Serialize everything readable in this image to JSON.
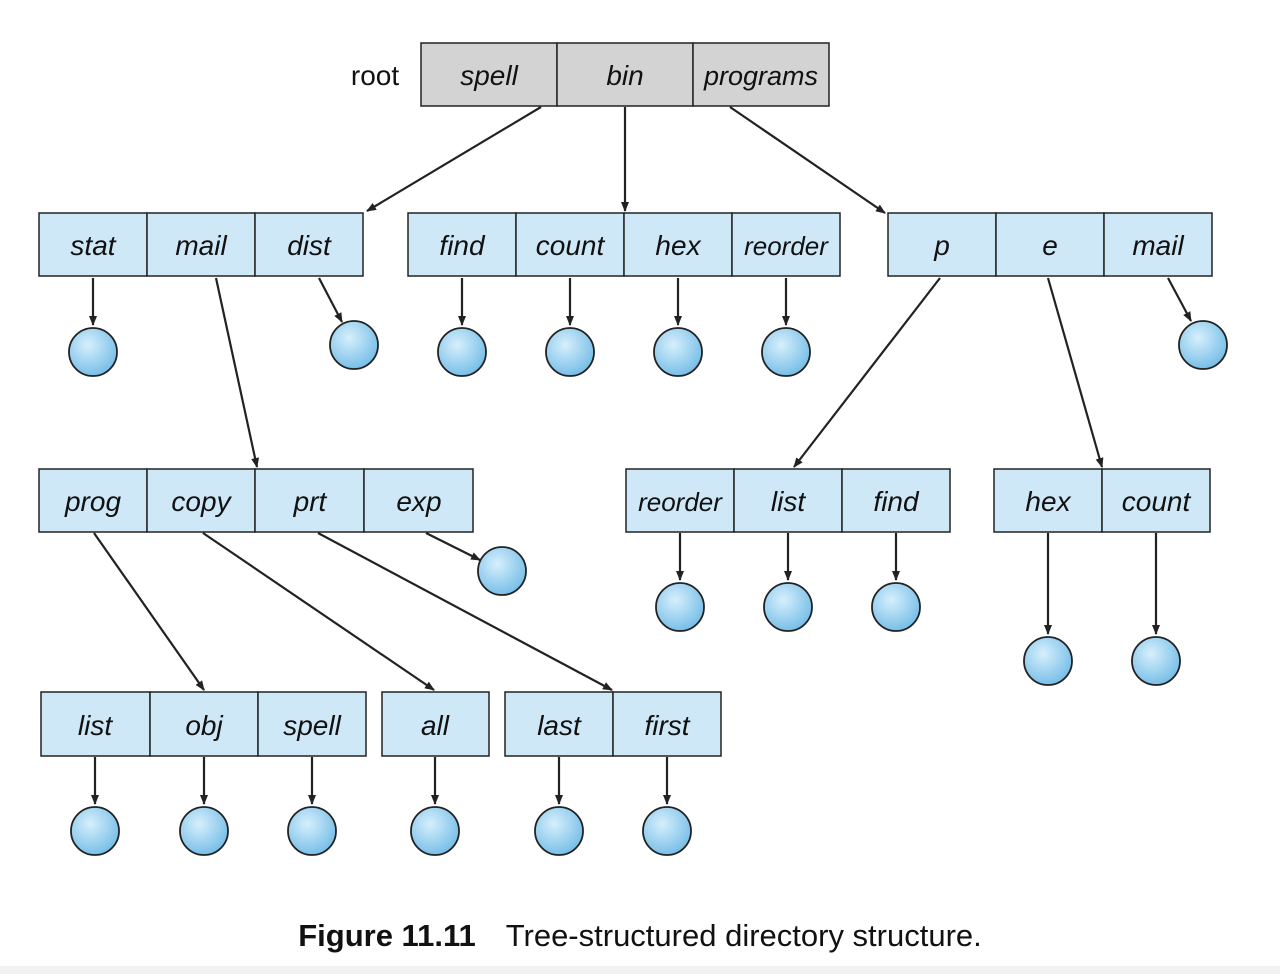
{
  "root": {
    "label": "root",
    "entries": [
      "spell",
      "bin",
      "programs"
    ]
  },
  "directories": [
    {
      "id": "d-spell",
      "entries": [
        "stat",
        "mail",
        "dist"
      ]
    },
    {
      "id": "d-bin",
      "entries": [
        "find",
        "count",
        "hex",
        "reorder"
      ]
    },
    {
      "id": "d-programs",
      "entries": [
        "p",
        "e",
        "mail"
      ]
    },
    {
      "id": "d-mail",
      "entries": [
        "prog",
        "copy",
        "prt",
        "exp"
      ]
    },
    {
      "id": "d-p",
      "entries": [
        "reorder",
        "list",
        "find"
      ]
    },
    {
      "id": "d-e",
      "entries": [
        "hex",
        "count"
      ]
    },
    {
      "id": "d-prog",
      "entries": [
        "list",
        "obj",
        "spell"
      ]
    },
    {
      "id": "d-copy",
      "entries": [
        "all"
      ]
    },
    {
      "id": "d-prt",
      "entries": [
        "last",
        "first"
      ]
    }
  ],
  "caption": {
    "label": "Figure 11.11",
    "text": "Tree-structured directory structure."
  },
  "colors": {
    "root_fill": "#d3d3d3",
    "dir_fill": "#cfe8f7",
    "file_fill": "#8fcbee",
    "stroke": "#222222"
  }
}
